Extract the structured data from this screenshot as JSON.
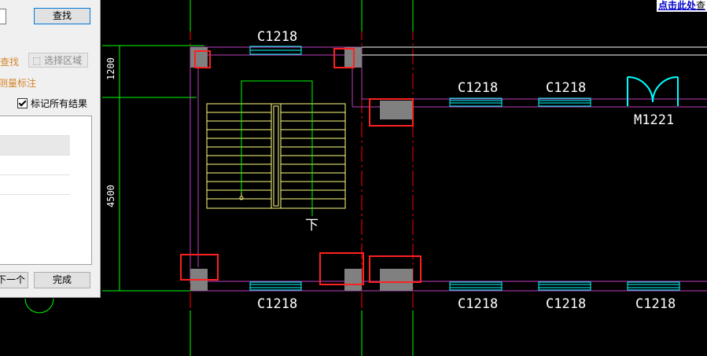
{
  "dialog": {
    "find_button": "查找",
    "find_label": "查找",
    "select_area_button": "选择区域",
    "measure_label": "测量标注",
    "mark_all_label": "标记所有结果",
    "mark_all_checked": true,
    "next_button": "下一个",
    "done_button": "完成"
  },
  "hint": {
    "link_text": "点击此处",
    "suffix": "查"
  },
  "drawing": {
    "window_labels": [
      "C1218",
      "C1218",
      "C1218",
      "C1218",
      "C1218",
      "C1218",
      "C1218"
    ],
    "door_label": "M1221",
    "stair_direction": "下",
    "dim_top": "1200",
    "dim_bottom": "4500"
  },
  "colors": {
    "background": "#000000",
    "axis_red": "#ff0000",
    "axis_green": "#00ff00",
    "wall_magenta": "#c040c0",
    "stair_yellow": "#ffff80",
    "window_cyan": "#00ffff",
    "highlight_red": "#ff2020",
    "column_gray": "#808080"
  }
}
